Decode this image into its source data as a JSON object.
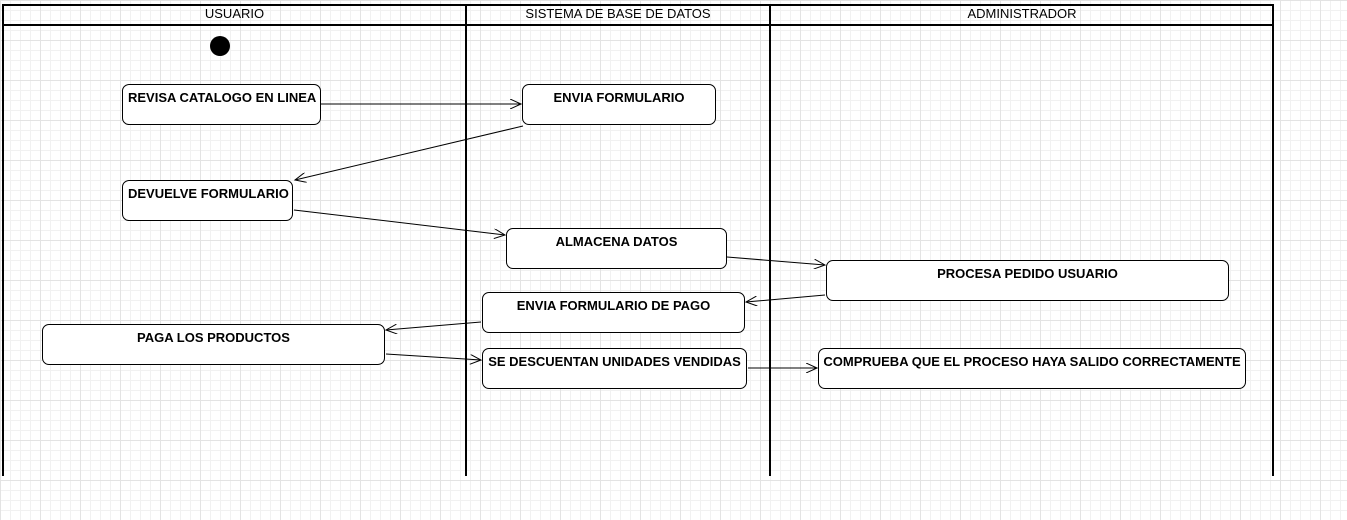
{
  "lanes": {
    "usuario": "USUARIO",
    "sistema": "SISTEMA DE BASE DE DATOS",
    "administrador": "ADMINISTRADOR"
  },
  "nodes": {
    "revisa_catalogo": "REVISA CATALOGO EN LINEA",
    "envia_formulario": "ENVIA FORMULARIO",
    "devuelve_formulario": "DEVUELVE FORMULARIO",
    "almacena_datos": "ALMACENA DATOS",
    "procesa_pedido": "PROCESA PEDIDO USUARIO",
    "envia_formulario_pago": "ENVIA FORMULARIO DE PAGO",
    "paga_productos": "PAGA LOS PRODUCTOS",
    "descuentan_unidades": "SE DESCUENTAN UNIDADES VENDIDAS",
    "comprueba_proceso": "COMPRUEBA QUE EL PROCESO HAYA SALIDO CORRECTAMENTE"
  }
}
